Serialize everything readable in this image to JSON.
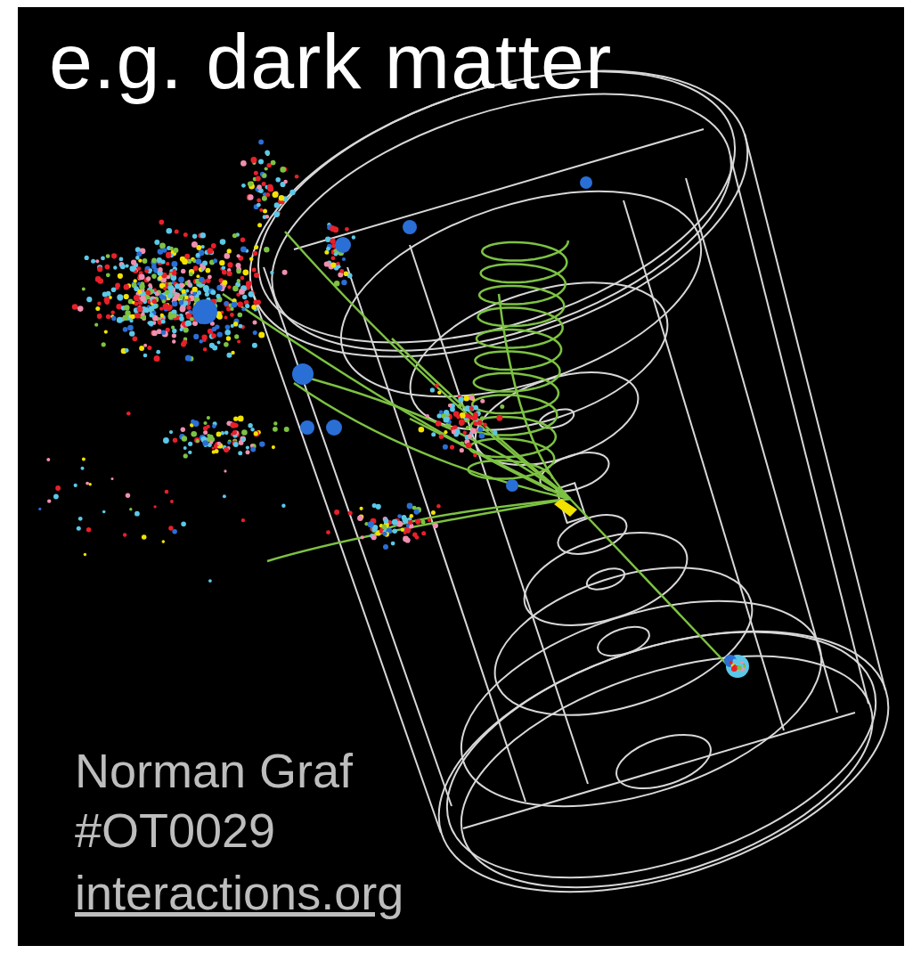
{
  "diagram": {
    "title": "e.g. dark matter",
    "labels": [
      "Norman Graf",
      "#OT0029",
      "interactions.org"
    ]
  }
}
